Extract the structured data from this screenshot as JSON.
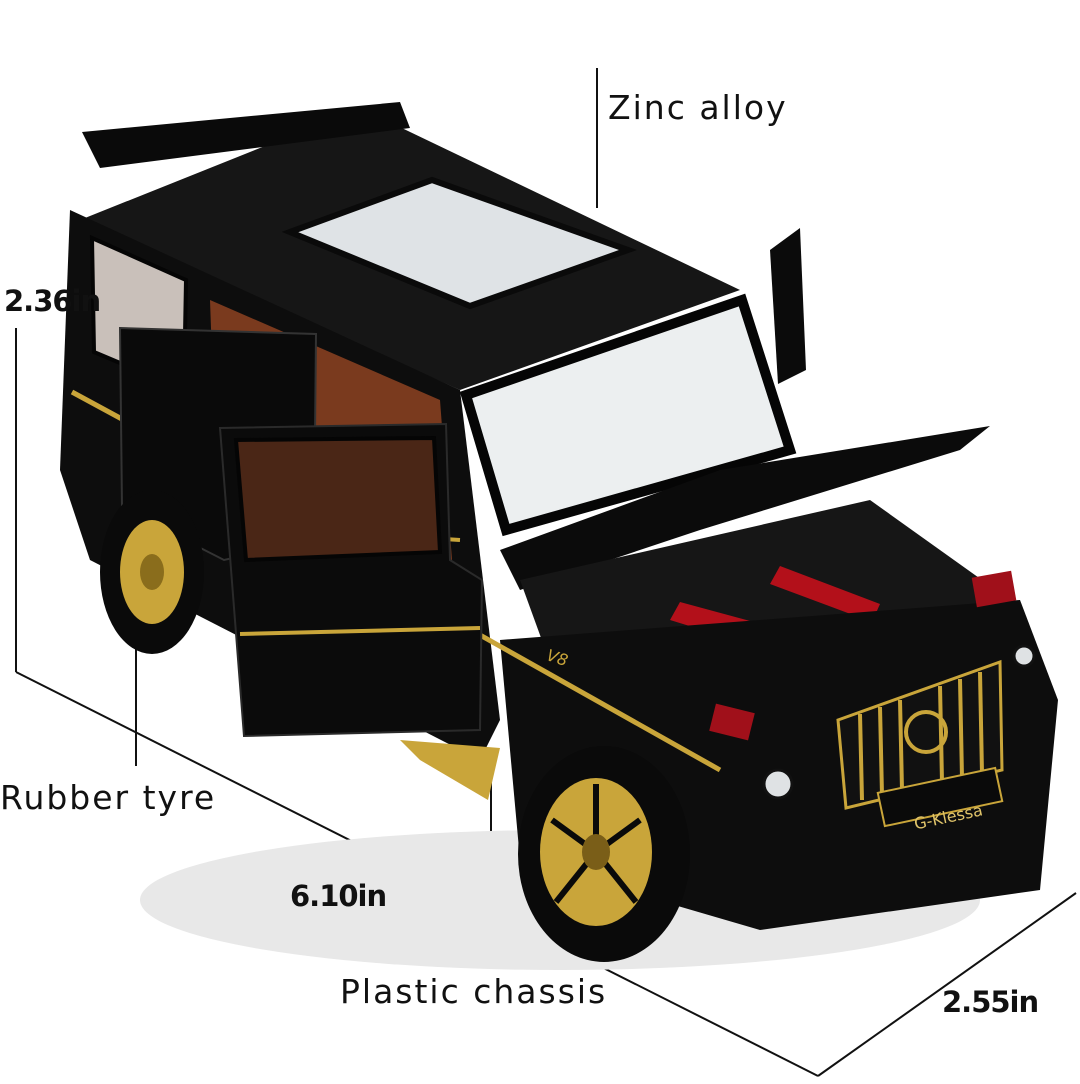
{
  "callouts": {
    "material_body": "Zinc alloy",
    "material_tyre": "Rubber tyre",
    "material_chassis": "Plastic chassis"
  },
  "dimensions": {
    "height": "2.36in",
    "length": "6.10in",
    "width": "2.55in"
  },
  "car": {
    "badge_text": "V8",
    "plate_text": "G-Klessa"
  },
  "colors": {
    "body": "#0d0d0d",
    "trim": "#c9a53a",
    "interior": "#7a3a1e",
    "engine_accent": "#b3101a",
    "lines": "#111111"
  }
}
